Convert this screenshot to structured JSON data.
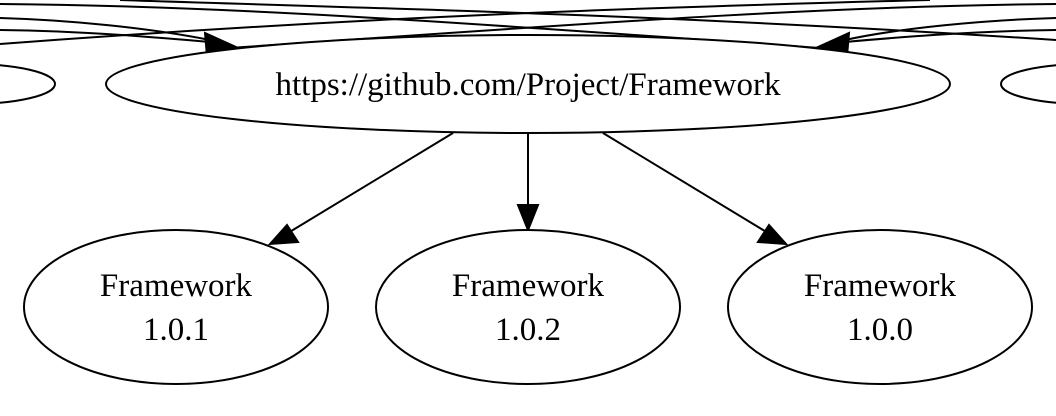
{
  "diagram": {
    "nodes": {
      "framework_repo": {
        "label": "https://github.com/Project/Framework"
      },
      "framework_101": {
        "line1": "Framework",
        "line2": "1.0.1"
      },
      "framework_102": {
        "line1": "Framework",
        "line2": "1.0.2"
      },
      "framework_100": {
        "line1": "Framework",
        "line2": "1.0.0"
      }
    },
    "edges": [
      {
        "from": "framework_repo",
        "to": "framework_101"
      },
      {
        "from": "framework_repo",
        "to": "framework_102"
      },
      {
        "from": "framework_repo",
        "to": "framework_100"
      }
    ]
  },
  "colors": {
    "stroke": "#000000",
    "background": "#ffffff"
  }
}
